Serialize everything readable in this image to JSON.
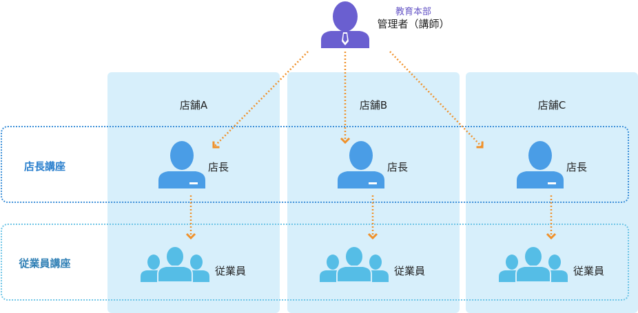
{
  "hq": {
    "department": "教育本部",
    "title": "管理者（講師）",
    "color": "#6a5fd0"
  },
  "bands": {
    "manager": {
      "label": "店長講座",
      "color": "#3a8ed8"
    },
    "staff": {
      "label": "従業員講座",
      "color": "#6cc4e6"
    }
  },
  "stores": [
    {
      "name": "店舗A",
      "manager_label": "店長",
      "staff_label": "従業員"
    },
    {
      "name": "店舗B",
      "manager_label": "店長",
      "staff_label": "従業員"
    },
    {
      "name": "店舗C",
      "manager_label": "店長",
      "staff_label": "従業員"
    }
  ],
  "colors": {
    "column_bg": "#d7effb",
    "manager_icon": "#4a9de6",
    "staff_icon": "#55bde6",
    "arrow": "#f0912a"
  }
}
